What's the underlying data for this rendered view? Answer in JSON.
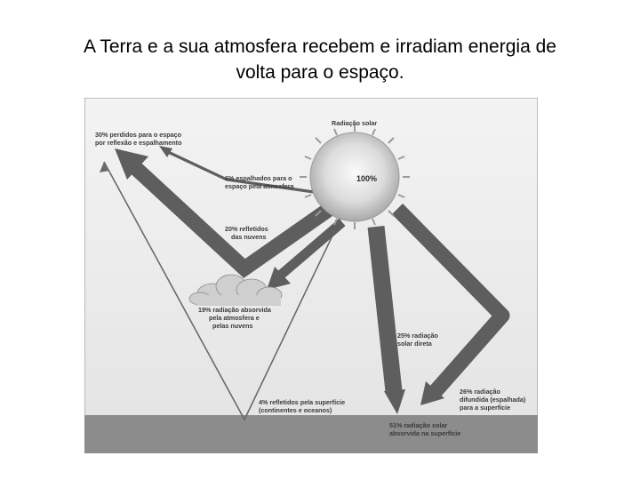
{
  "slide": {
    "title_line1": "A Terra e a sua atmosfera recebem e irradiam energia de",
    "title_line2": "volta para o espaço."
  },
  "diagram": {
    "sun_label": "Radiação solar",
    "sun_percent": "100%",
    "lost_line1": "30% perdidos para o espaço",
    "lost_line2": "por reflexão e espalhamento",
    "scattered_line1": "6% espalhados para o",
    "scattered_line2": "espaço pela atmosfera",
    "clouds_line1": "20% refletidos",
    "clouds_line2": "das nuvens",
    "absorbed_line1": "19% radiação absorvida",
    "absorbed_line2": "pela atmosfera e",
    "absorbed_line3": "pelas nuvens",
    "direct_line1": "25% radiação",
    "direct_line2": "solar direta",
    "diffuse_line1": "26% radiação",
    "diffuse_line2": "difundida (espalhada)",
    "diffuse_line3": "para a superfície",
    "surface_refl_line1": "4% refletidos pela superfície",
    "surface_refl_line2": "(continentes e oceanos)",
    "surface_abs_line1": "51% radiação solar",
    "surface_abs_line2": "absorvida na superfície",
    "colors": {
      "arrow": "#5e5e5e",
      "ground": "#8c8c8c",
      "panel": "#ececec"
    }
  }
}
